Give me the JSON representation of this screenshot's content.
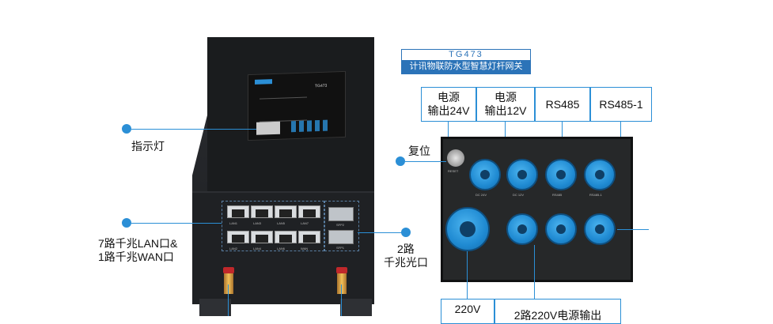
{
  "model_badge": {
    "model": "TG473",
    "title": "计讯物联防水型智慧灯杆网关"
  },
  "top_terminals": [
    {
      "line1": "电源",
      "line2": "输出24V"
    },
    {
      "line1": "电源",
      "line2": "输出12V"
    },
    {
      "line1": "RS485",
      "line2": ""
    },
    {
      "line1": "RS485-1",
      "line2": ""
    }
  ],
  "bottom_terminals": [
    {
      "line1": "220V",
      "line2": ""
    },
    {
      "line1": "2路220V电源输出",
      "line2": ""
    }
  ],
  "callouts": {
    "indicator": "指示灯",
    "lan_line1": "7路千兆LAN口&",
    "lan_line2": "1路千兆WAN口",
    "fiber_line1": "2路",
    "fiber_line2": "千兆光口",
    "reset": "复位"
  },
  "device_labels": {
    "sticker_model": "TG473",
    "reset_text": "RESET",
    "port_labels": [
      "LAN1",
      "LAN3",
      "LAN5",
      "LAN7",
      "LAN2",
      "LAN4",
      "LAN6",
      "WAN"
    ],
    "sfp_labels": [
      "SFP2",
      "SFP1"
    ],
    "cap_labels_top": [
      "DC 24V",
      "DC 12V",
      "RS485",
      "RS485-1"
    ]
  },
  "colors": {
    "accent": "#2b8fd6",
    "badge_blue": "#2b73b8",
    "device_body": "#222427",
    "cap_blue": "#1f8ad2"
  }
}
